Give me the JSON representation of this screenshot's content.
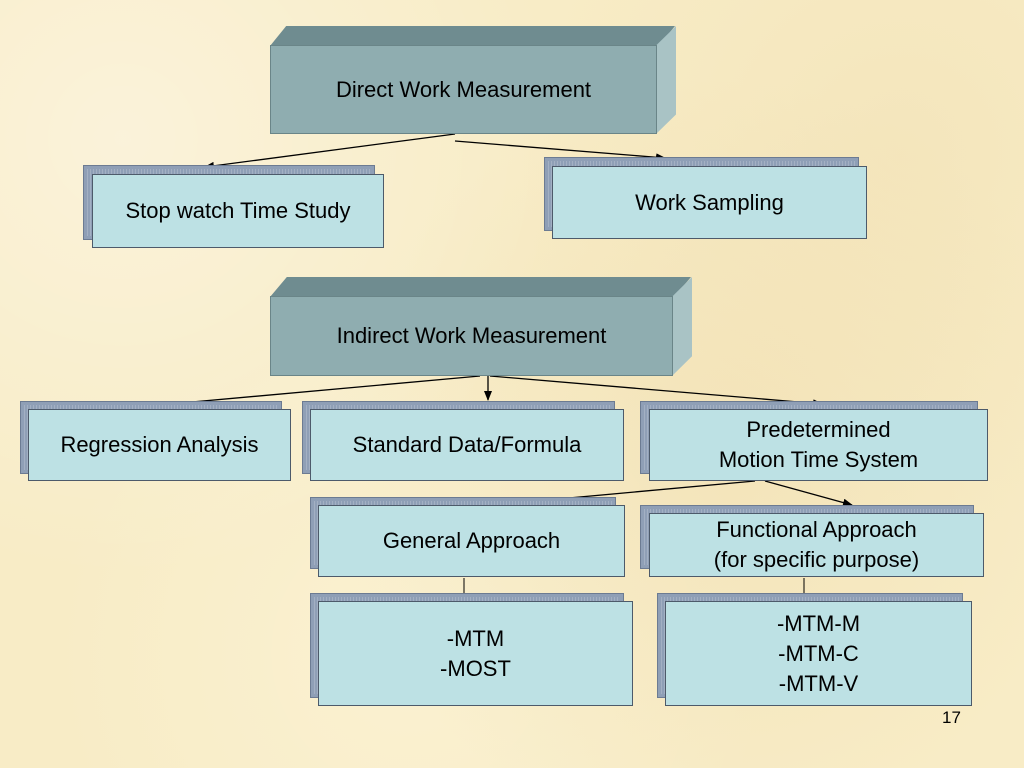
{
  "direct_header": "Direct Work Measurement",
  "stopwatch": "Stop watch Time Study",
  "work_sampling": "Work Sampling",
  "indirect_header": "Indirect Work Measurement",
  "regression": "Regression Analysis",
  "standard_data": "Standard Data/Formula",
  "pmts": "Predetermined\nMotion  Time System",
  "general_approach": "General Approach",
  "functional_approach": "Functional Approach\n(for specific purpose)",
  "general_methods": "-MTM\n-MOST",
  "functional_methods": "-MTM-M\n-MTM-C\n-MTM-V",
  "page_number": "17"
}
